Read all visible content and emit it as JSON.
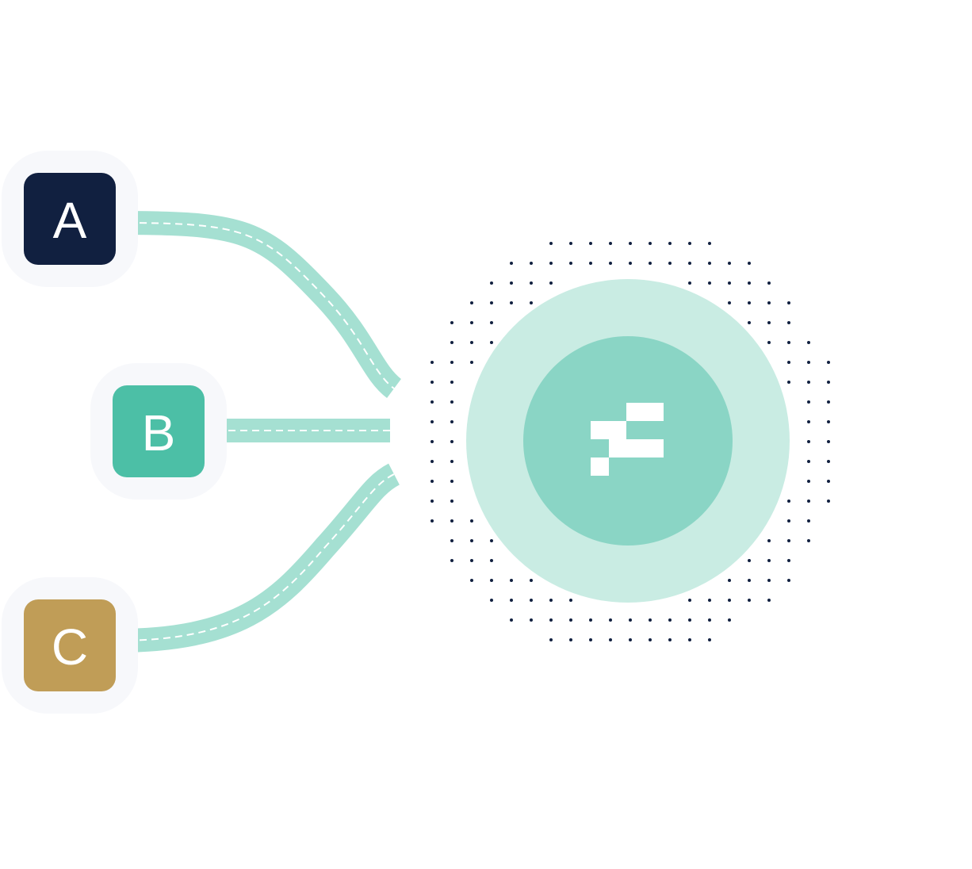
{
  "nodes": [
    {
      "id": "a",
      "label": "A",
      "color": "#112040"
    },
    {
      "id": "b",
      "label": "B",
      "color": "#4cbfa6"
    },
    {
      "id": "c",
      "label": "C",
      "color": "#c09d57"
    }
  ],
  "colors": {
    "connector": "#a5e0d2",
    "connector_dash": "#ffffff",
    "halo": "#f7f8fb",
    "dots": "#112040",
    "hub_outer": "#c9ece3",
    "hub_inner": "#8ad5c5",
    "hub_logo": "#ffffff"
  },
  "hub": {
    "icon": "pixel-logo-icon"
  }
}
